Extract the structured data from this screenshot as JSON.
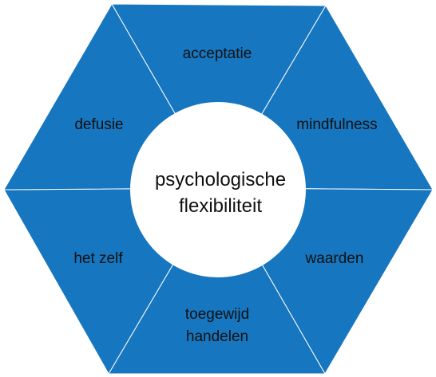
{
  "diagram": {
    "center": {
      "line1": "psychologische",
      "line2": "flexibiliteit"
    },
    "segments": {
      "acceptatie": "acceptatie",
      "mindfulness": "mindfulness",
      "waarden": "waarden",
      "toegewijd_line1": "toegewijd",
      "toegewijd_line2": "handelen",
      "het_zelf": "het zelf",
      "defusie": "defusie"
    },
    "colors": {
      "segment_fill": "#1676bf",
      "divider": "#ffffff",
      "center_fill": "#ffffff",
      "text": "#111111"
    }
  }
}
